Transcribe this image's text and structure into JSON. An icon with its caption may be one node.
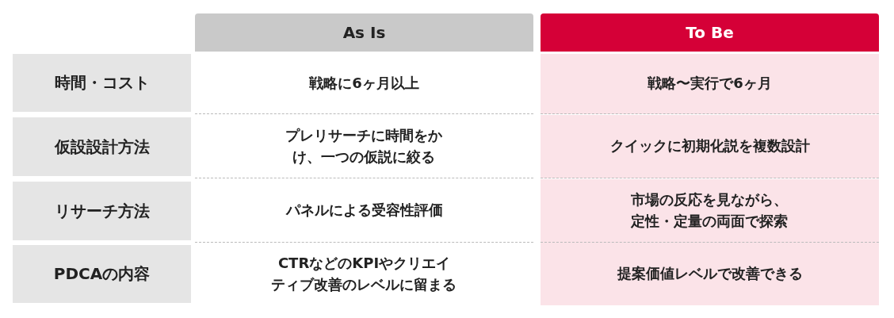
{
  "diagram": {
    "labels": [
      "As Is",
      "To Be",
      "時間・コスト",
      "戦略に6ヶ月以上",
      "戦略〜実行で6ヶ月",
      "仮設設計方法",
      "プレリサーチに時間をかけ、一つの仮説に絞る",
      "クイックに初期化説を複数設計",
      "リサーチ方法",
      "パネルによる受容性評価",
      "市場の反応を見ながら、定性・定量の両面で探索",
      "PDCAの内容",
      "CTRなどのKPIやクリエイティブ改善のレベルに留まる",
      "提案価値レベルで改善できる"
    ]
  }
}
